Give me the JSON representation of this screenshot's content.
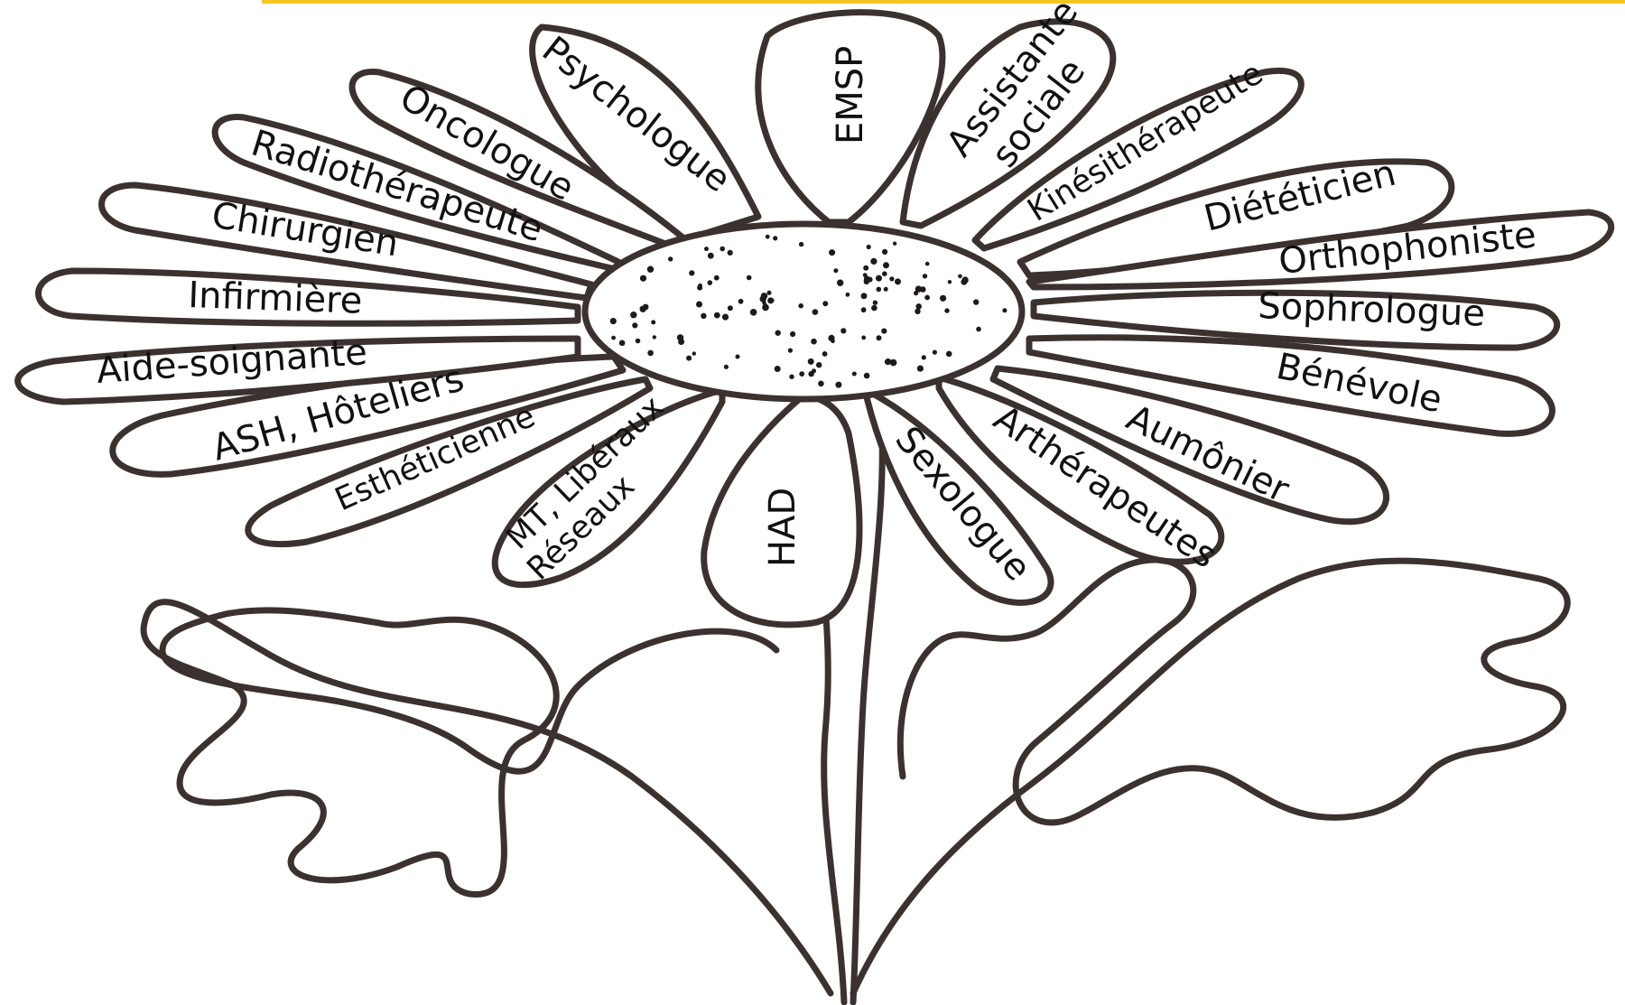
{
  "colors": {
    "top_bar": "#f3c623",
    "outline": "#3b3230",
    "text": "#111111",
    "background": "#ffffff"
  },
  "petals": {
    "psychologue": "Psychologue",
    "emsp": "EMSP",
    "assistante_line1": "Assistante",
    "assistante_line2": "sociale",
    "kinesitherapeute": "Kinésithérapeute",
    "dieteticien": "Diététicien",
    "orthophoniste": "Orthophoniste",
    "sophrologue": "Sophrologue",
    "benevole": "Bénévole",
    "aumonier": "Aumônier",
    "artherapeutes": "Arthérapeutes",
    "sexologue": "Sexologue",
    "had": "HAD",
    "mt_line1": "MT, Libéraux",
    "mt_line2": "Réseaux",
    "estheticienne": "Esthéticienne",
    "ash": "ASH, Hôteliers",
    "aide_soignante": "Aide-soignante",
    "infirmiere": "Infirmière",
    "chirurgien": "Chirurgien",
    "radiotherapeute": "Radiothérapeute",
    "oncologue": "Oncologue"
  }
}
